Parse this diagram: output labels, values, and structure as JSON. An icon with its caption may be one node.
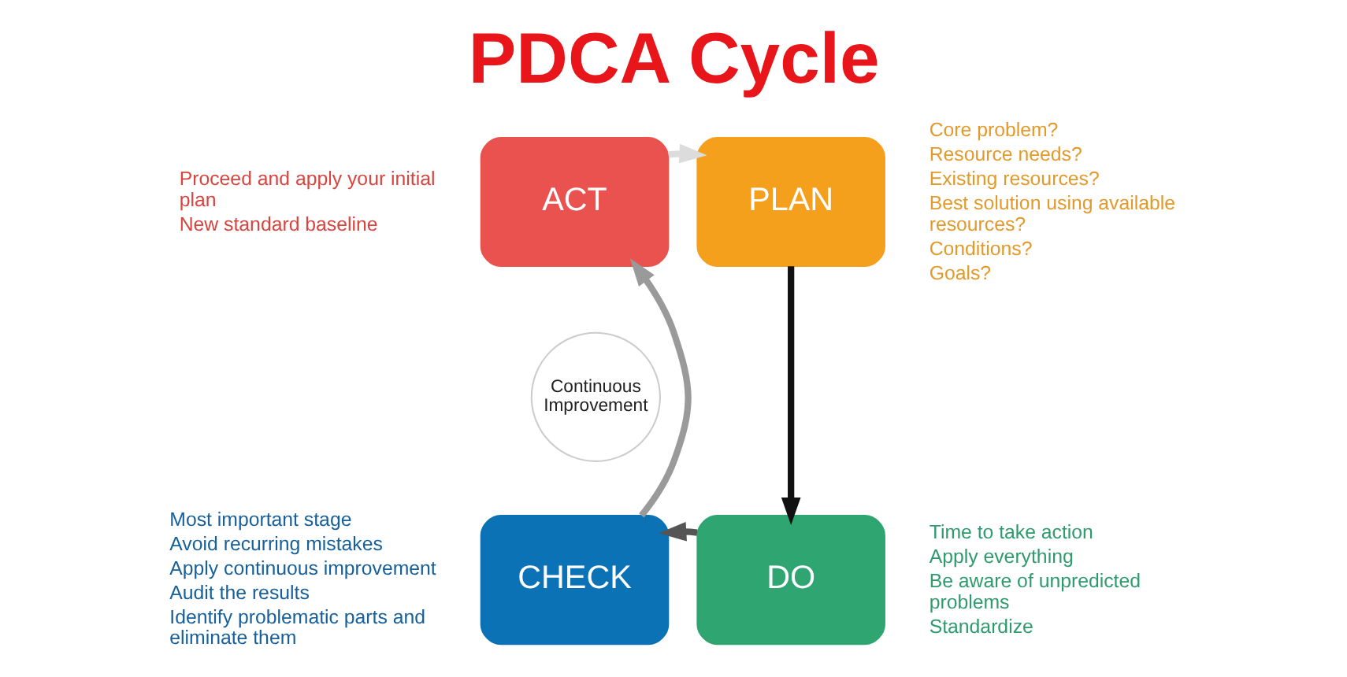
{
  "diagram": {
    "title": "PDCA Cycle",
    "nodes": [
      {
        "text": [
          "ACT"
        ],
        "beside": [
          "Proceed and apply your initial plan",
          "New standard baseline"
        ]
      },
      {
        "text": [
          "PLAN"
        ],
        "beside": [
          "Core problem?",
          "Resource needs?",
          "Existing resources?",
          "Best solution using available resources?",
          "Conditions?",
          "Goals?"
        ]
      },
      {
        "text": [
          "Continuous Improvement"
        ]
      },
      {
        "text": [
          "CHECK"
        ],
        "beside": [
          "Most important stage",
          "Avoid recurring mistakes",
          "Apply continuous improvement",
          "Audit the results",
          "Identify problematic parts and eliminate them"
        ]
      },
      {
        "text": [
          "DO"
        ],
        "beside": [
          "Time to take action",
          "Apply everything",
          "Be aware of unpredicted problems",
          "Standardize"
        ]
      }
    ],
    "edges": [
      {
        "from": 1,
        "to": 4,
        "arrow": "to",
        "color": "#111111"
      },
      {
        "from": 4,
        "to": 3,
        "arrow": "to",
        "color": "#555555"
      },
      {
        "from": 3,
        "to": 0,
        "arrow": "to",
        "color": "#9a9a9a"
      },
      {
        "from": 0,
        "to": 1,
        "arrow": "to",
        "color": "#dcdcdc"
      }
    ]
  }
}
